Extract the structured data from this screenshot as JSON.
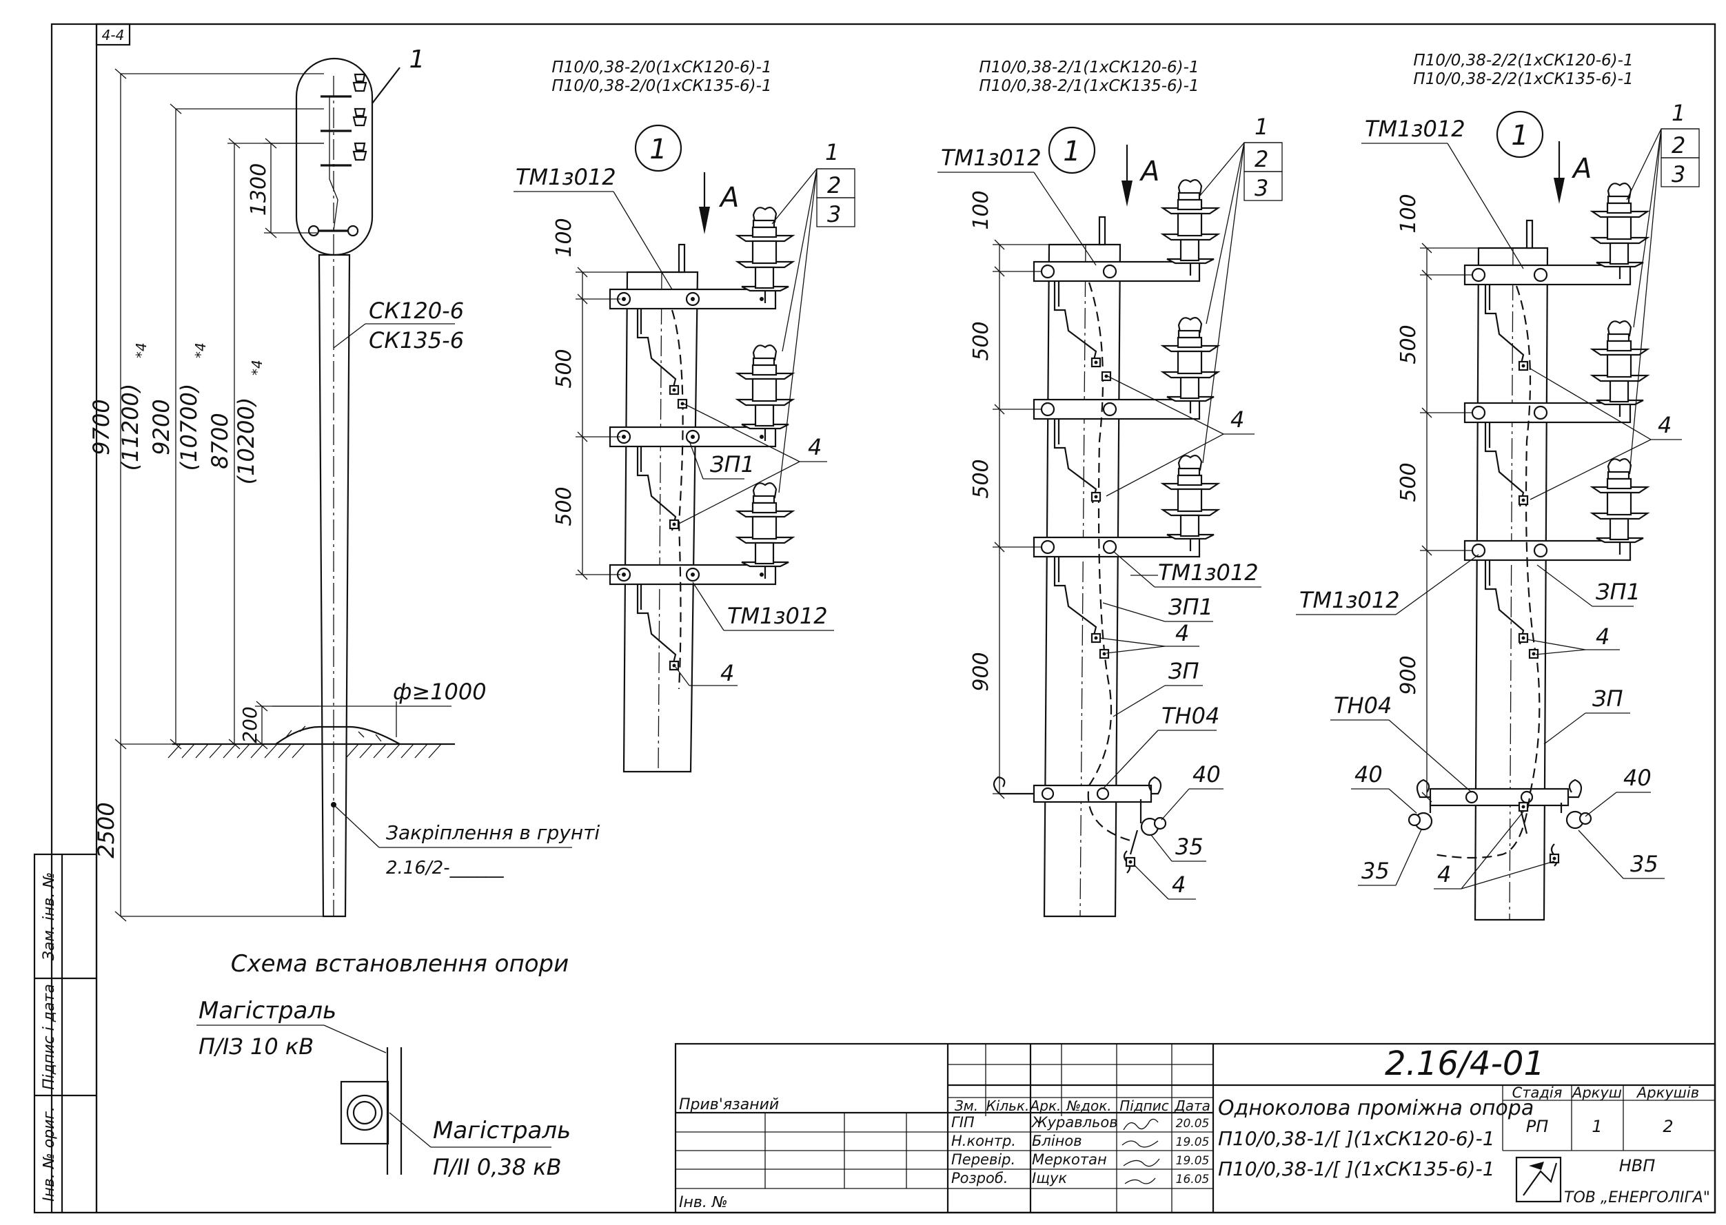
{
  "sheet_mark": "4-4",
  "side_stamps": [
    "Зам. інв. №",
    "Підпис і дата",
    "Інв. № ориг."
  ],
  "installation": {
    "callout": "1",
    "pole_types": [
      "СК120-6",
      "СК135-6"
    ],
    "dims": {
      "d1": "9700",
      "d1b": "(11200)",
      "d2": "9200",
      "d2b": "(10700)",
      "d3": "8700",
      "d3b": "(10200)",
      "star": "*4",
      "top": "1300",
      "base": "200",
      "depth": "2500"
    },
    "diameter": "ф≥1000",
    "fixing_label": "Закріплення в грунті",
    "fixing_ref": "2.16/2-______",
    "caption": "Схема встановлення опори"
  },
  "legend": {
    "top_line1": "Магістраль",
    "top_line2": "П/ІЗ 10 кВ",
    "bottom_line1": "Магістраль",
    "bottom_line2": "П/ІІ 0,38 кВ"
  },
  "variants": [
    {
      "title1": "П10/0,38-2/0(1хСК120-6)-1",
      "title2": "П10/0,38-2/0(1хСК135-6)-1",
      "circle": "1",
      "arrow": "А",
      "top_gap": "100",
      "dims": [
        "500",
        "500"
      ],
      "nums": [
        "1",
        "2",
        "3",
        "4",
        "4"
      ],
      "labels": [
        "ТМ1з012",
        "ЗП1",
        "ТМ1з012"
      ]
    },
    {
      "title1": "П10/0,38-2/1(1хСК120-6)-1",
      "title2": "П10/0,38-2/1(1хСК135-6)-1",
      "circle": "1",
      "arrow": "А",
      "top_gap": "100",
      "dims": [
        "500",
        "500",
        "900"
      ],
      "nums": [
        "1",
        "2",
        "3",
        "4",
        "4",
        "40",
        "35",
        "4"
      ],
      "labels": [
        "ТМ1з012",
        "ТМ1з012",
        "ЗП1",
        "ЗП",
        "ТН04"
      ]
    },
    {
      "title1": "П10/0,38-2/2(1хСК120-6)-1",
      "title2": "П10/0,38-2/2(1хСК135-6)-1",
      "circle": "1",
      "arrow": "А",
      "top_gap": "100",
      "dims": [
        "500",
        "500",
        "900"
      ],
      "nums": [
        "1",
        "2",
        "3",
        "4",
        "4",
        "40",
        "40",
        "35",
        "35",
        "4"
      ],
      "labels": [
        "ТМ1з012",
        "ЗП1",
        "ТМ1з012",
        "ЗП",
        "ТН04"
      ]
    }
  ],
  "title_block": {
    "doc_code": "2.16/4-01",
    "privyaz": "Прив'язаний",
    "inv_label": "Інв. №",
    "headers": [
      "Зм.",
      "Кільк.",
      "Арк.",
      "№док.",
      "Підпис",
      "Дата"
    ],
    "rows": [
      {
        "role": "ГІП",
        "name": "Журавльов",
        "date": "20.05"
      },
      {
        "role": "Н.контр.",
        "name": "Блінов",
        "date": "19.05"
      },
      {
        "role": "Перевір.",
        "name": "Меркотан",
        "date": "19.05"
      },
      {
        "role": "Розроб.",
        "name": "Іщук",
        "date": "16.05"
      }
    ],
    "doc_title": [
      "Одноколова проміжна опора",
      "П10/0,38-1/[ ](1хСК120-6)-1",
      "П10/0,38-1/[ ](1хСК135-6)-1"
    ],
    "stage_header": "Стадія",
    "sheet_header": "Аркуш",
    "sheets_header": "Аркушів",
    "stage": "РП",
    "sheet": "1",
    "sheets": "2",
    "org1": "НВП",
    "org2": "ТОВ „ЕНЕРГОЛІГА\""
  }
}
